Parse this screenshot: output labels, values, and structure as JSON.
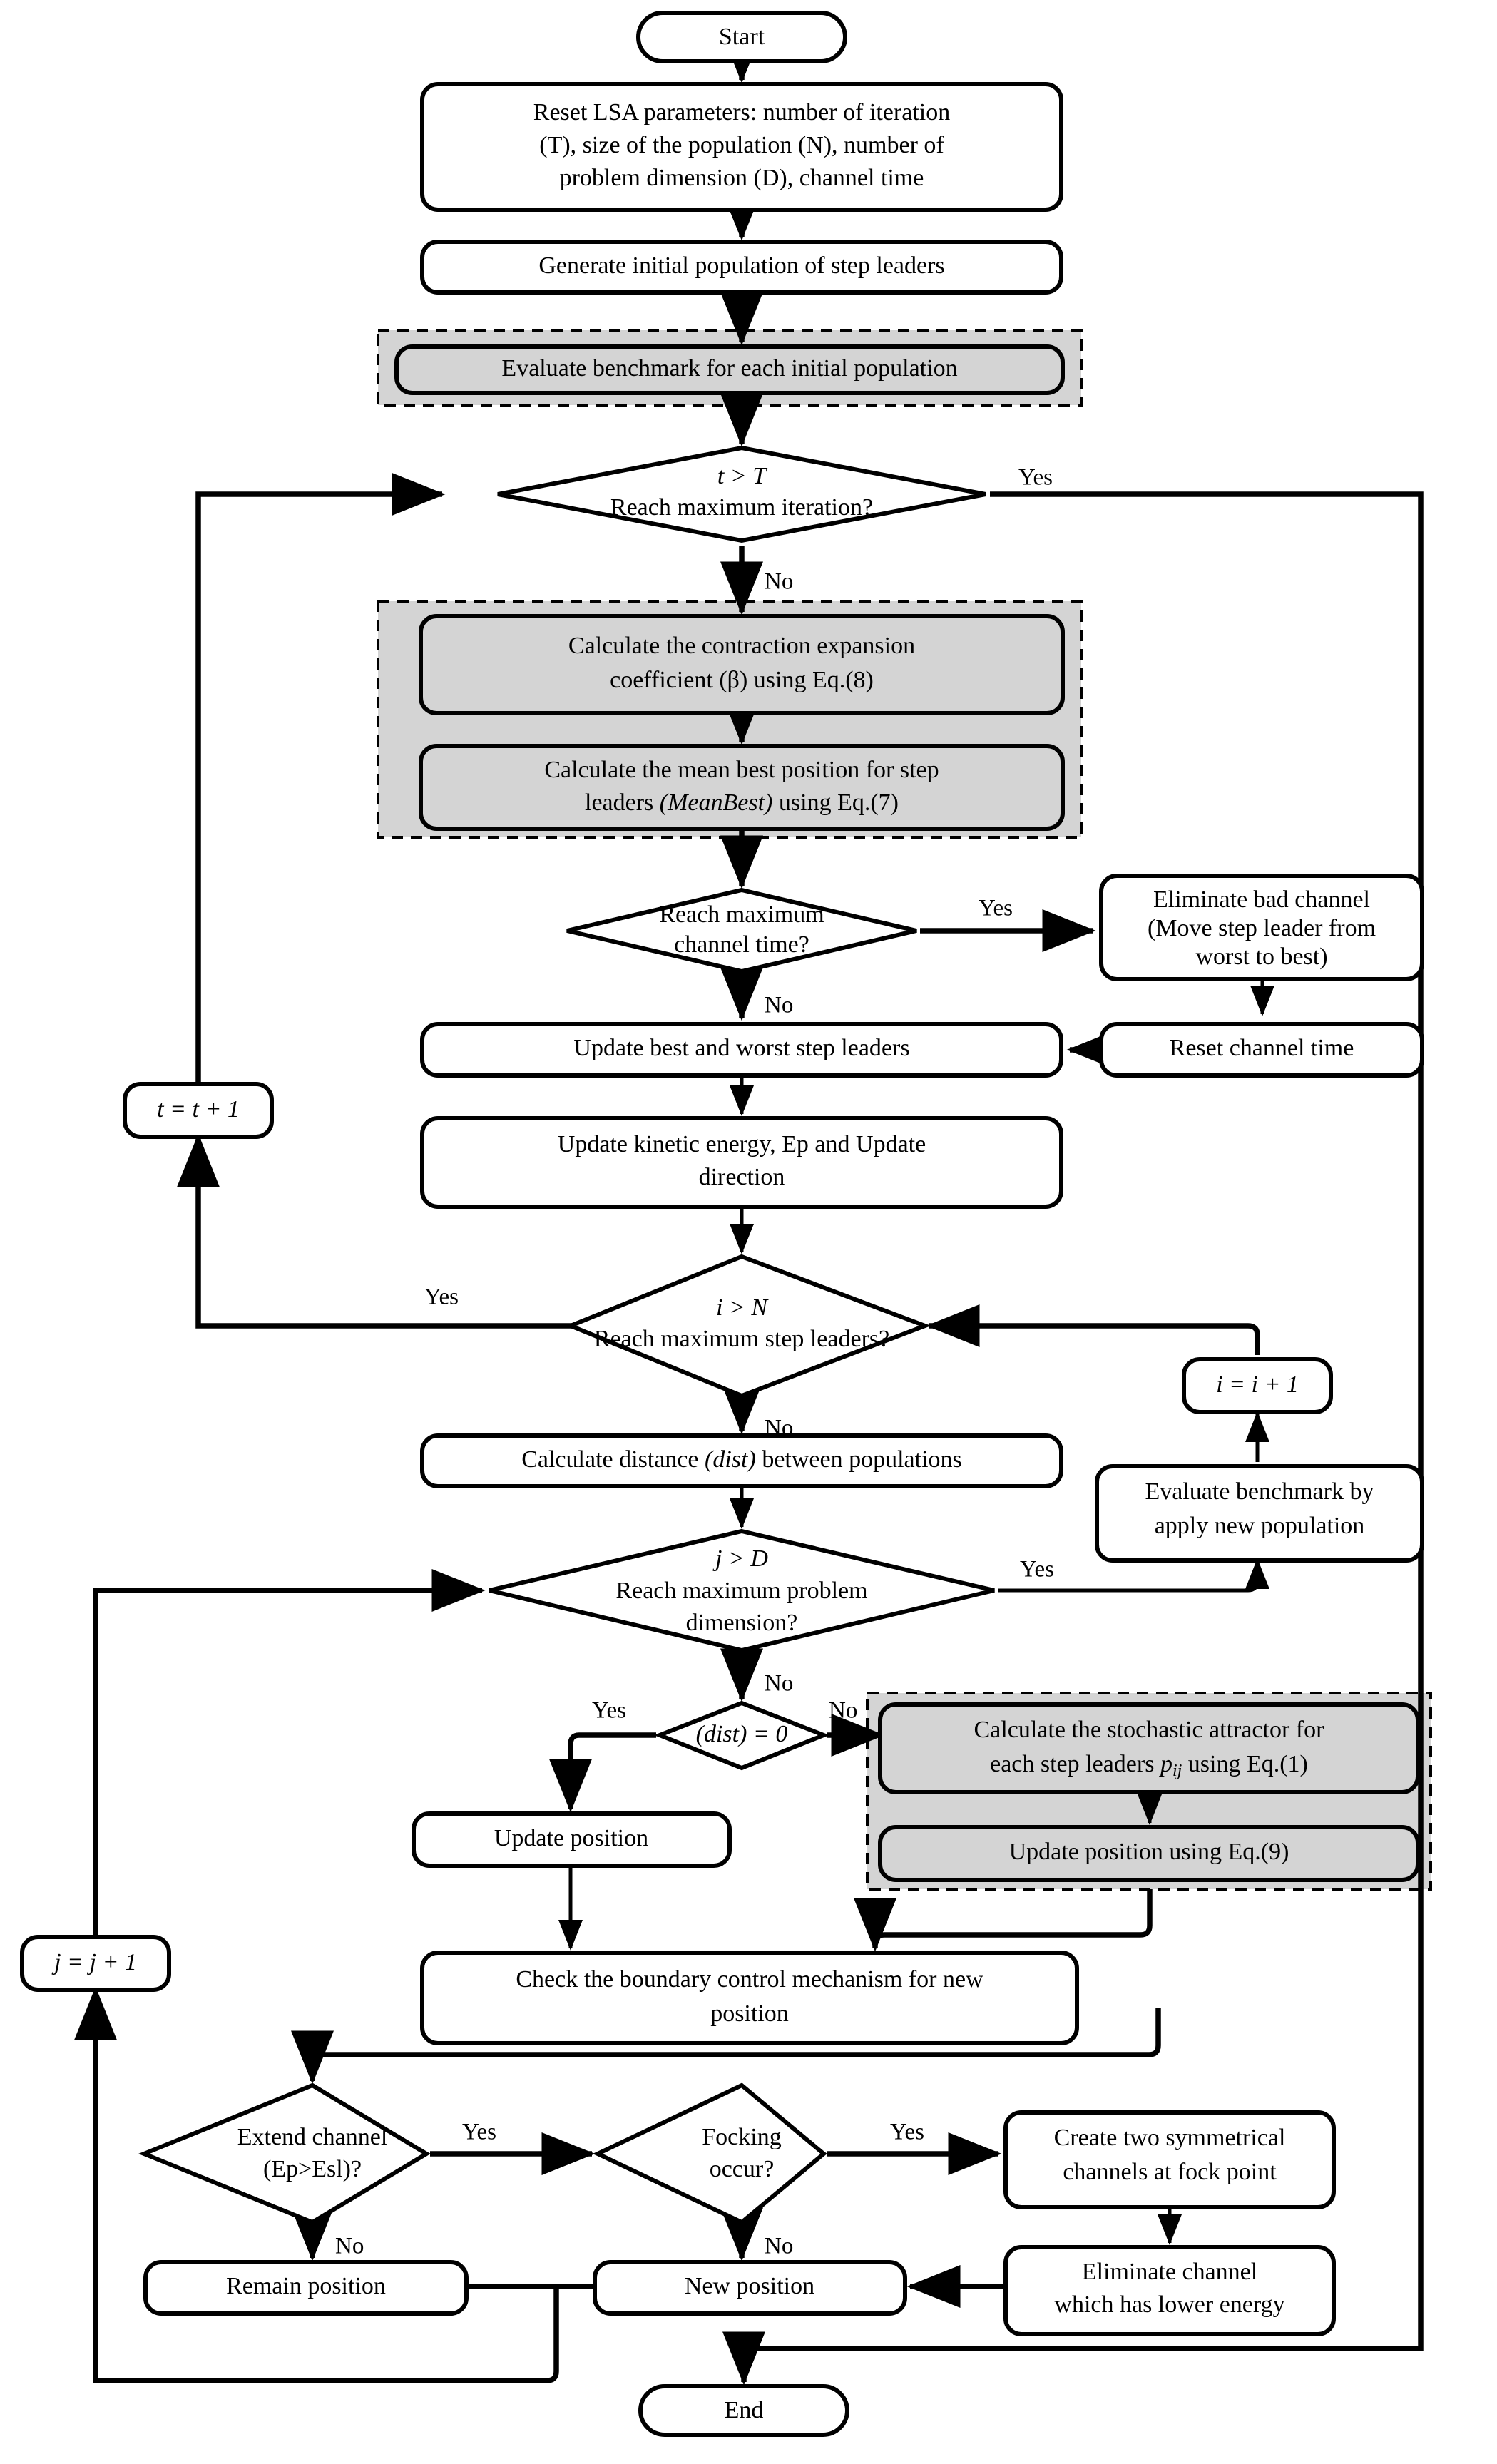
{
  "diagram": {
    "title": "LSA / QLSA algorithm flowchart",
    "colors": {
      "shaded_fill": "#d4d4d4",
      "node_fill": "#ffffff",
      "stroke": "#000000"
    },
    "nodes": {
      "start": {
        "label": "Start",
        "shape": "terminator"
      },
      "reset_params": {
        "line1": "Reset LSA parameters: number of iteration",
        "line2": "(T), size of the population (N), number of",
        "line3": "problem dimension (D),  channel time",
        "shape": "process"
      },
      "generate_population": {
        "label": "Generate initial population of step leaders",
        "shape": "process"
      },
      "evaluate_benchmark_init": {
        "label": "Evaluate benchmark for each initial population",
        "shape": "process-shaded"
      },
      "decision_t_gt_T": {
        "line1": "t > T",
        "line2": "Reach maximum iteration?",
        "shape": "decision"
      },
      "calc_beta": {
        "line1": "Calculate the contraction expansion",
        "line2": "coefficient (β) using Eq.(8)",
        "shape": "process-shaded"
      },
      "calc_meanbest": {
        "line1": "Calculate the mean best position for step",
        "line2a": "leaders ",
        "line2b": "(MeanBest)",
        "line2c": " using Eq.(7)",
        "shape": "process-shaded"
      },
      "decision_channel_time": {
        "line1": "Reach maximum",
        "line2": "channel time?",
        "shape": "decision"
      },
      "eliminate_bad_channel": {
        "line1": "Eliminate bad channel",
        "line2": "(Move step leader from",
        "line3": "worst to best)",
        "shape": "process"
      },
      "reset_channel_time": {
        "label": "Reset channel time",
        "shape": "process"
      },
      "update_best_worst": {
        "label": "Update best and worst step leaders",
        "shape": "process"
      },
      "update_kinetic": {
        "line1": "Update kinetic energy, Ep and Update",
        "line2": "direction",
        "shape": "process"
      },
      "decision_i_gt_N": {
        "line1": "i > N",
        "line2": "Reach maximum step leaders?",
        "shape": "decision"
      },
      "t_increment": {
        "label": "t = t + 1",
        "shape": "process"
      },
      "i_increment": {
        "label": "i = i + 1",
        "shape": "process"
      },
      "j_increment": {
        "label": "j = j + 1",
        "shape": "process"
      },
      "calc_distance": {
        "pre": "Calculate distance ",
        "em": "(dist)",
        "post": " between populations",
        "shape": "process"
      },
      "evaluate_benchmark_new": {
        "line1": "Evaluate benchmark by",
        "line2": "apply new population",
        "shape": "process"
      },
      "decision_j_gt_D": {
        "line1": "j > D",
        "line2": "Reach maximum problem",
        "line3": "dimension?",
        "shape": "decision"
      },
      "decision_dist_zero": {
        "label": "(dist) = 0",
        "shape": "decision"
      },
      "calc_attractor": {
        "line1": "Calculate the stochastic attractor for",
        "line2a": "each step leaders ",
        "line2b": "p",
        "line2sub": "ij",
        "line2c": " using Eq.(1)",
        "shape": "process-shaded"
      },
      "update_position_eq9": {
        "label": "Update position using Eq.(9)",
        "shape": "process-shaded"
      },
      "update_position": {
        "label": "Update position",
        "shape": "process"
      },
      "check_boundary": {
        "line1": "Check the boundary control mechanism for new",
        "line2": "position",
        "shape": "process"
      },
      "decision_extend_channel": {
        "line1": "Extend channel",
        "line2": "(Ep>Esl)?",
        "shape": "decision"
      },
      "decision_focking": {
        "line1": "Focking",
        "line2": "occur?",
        "shape": "decision"
      },
      "create_channels": {
        "line1": "Create two symmetrical",
        "line2": "channels at fock point",
        "shape": "process"
      },
      "eliminate_lower_energy": {
        "line1": "Eliminate channel",
        "line2": "which has lower energy",
        "shape": "process"
      },
      "remain_position": {
        "label": "Remain position",
        "shape": "process"
      },
      "new_position": {
        "label": "New position",
        "shape": "process"
      },
      "end": {
        "label": "End",
        "shape": "terminator"
      }
    },
    "edge_labels": {
      "t_gt_T_yes": "Yes",
      "t_gt_T_no": "No",
      "channel_time_yes": "Yes",
      "channel_time_no": "No",
      "i_gt_N_yes": "Yes",
      "i_gt_N_no": "No",
      "j_gt_D_yes": "Yes",
      "j_gt_D_no": "No",
      "dist_zero_yes": "Yes",
      "dist_zero_no": "No",
      "extend_channel_yes": "Yes",
      "extend_channel_no": "No",
      "focking_yes": "Yes",
      "focking_no": "No"
    }
  }
}
